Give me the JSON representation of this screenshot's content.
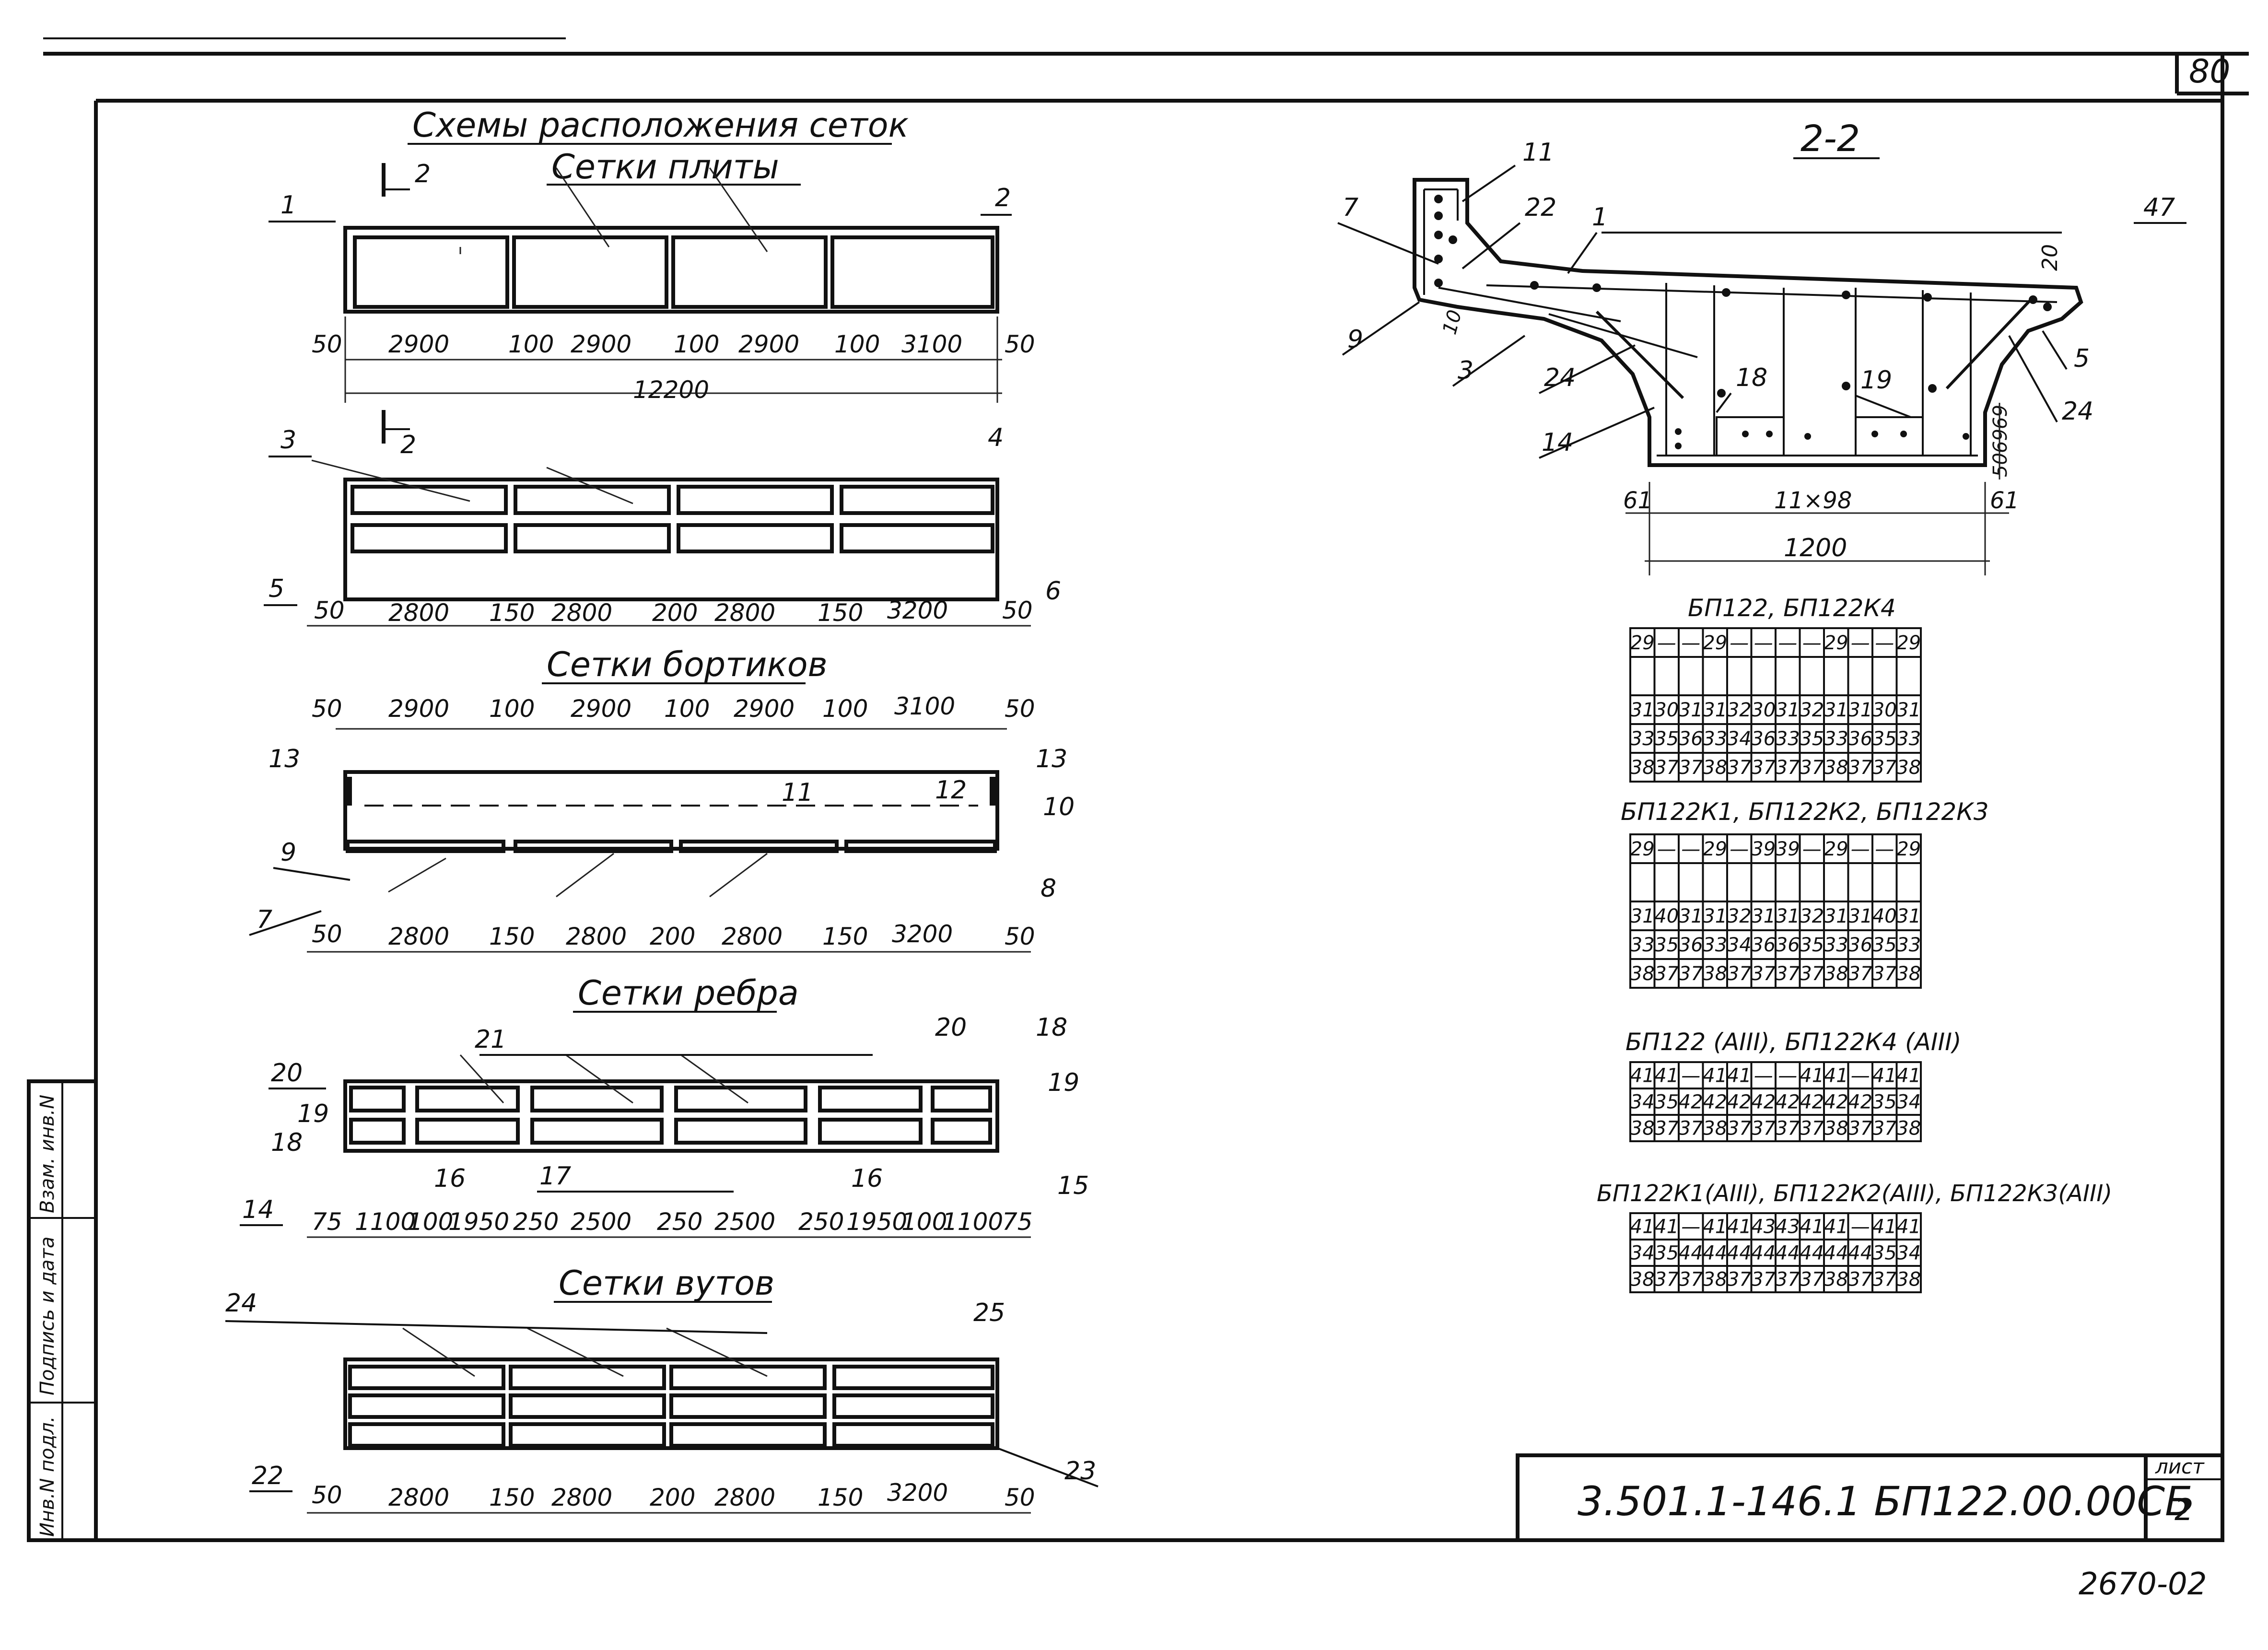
{
  "sheet": {
    "corner_number": "80",
    "designation": "3.501.1-146.1   БП122.00.00СБ",
    "list_label": "лист",
    "list_number": "2",
    "bottom_code": "2670-02",
    "margin_stamp": [
      "Инв.N подл.",
      "Подпись и дата",
      "Взам. инв.N"
    ]
  },
  "main_title": "Схемы расположения сеток",
  "plate": {
    "title": "Сетки плиты",
    "top_dims": [
      "50",
      "2900",
      "100",
      "2900",
      "100",
      "2900",
      "100",
      "3100",
      "50"
    ],
    "total": "12200",
    "bottom_dims": [
      "50",
      "2800",
      "150",
      "2800",
      "200",
      "2800",
      "150",
      "3200",
      "50"
    ],
    "callouts": [
      "1",
      "2",
      "3",
      "4",
      "5",
      "6"
    ],
    "section_mark": "2"
  },
  "sides": {
    "title": "Сетки бортиков",
    "top_dims": [
      "50",
      "2900",
      "100",
      "2900",
      "100",
      "2900",
      "100",
      "3100",
      "50"
    ],
    "bottom_dims": [
      "50",
      "2800",
      "150",
      "2800",
      "200",
      "2800",
      "150",
      "3200",
      "50"
    ],
    "callouts": [
      "13",
      "13",
      "11",
      "12",
      "10",
      "9",
      "8",
      "7"
    ]
  },
  "rib": {
    "title": "Сетки ребра",
    "dims": [
      "75",
      "1100",
      "100",
      "1950",
      "250",
      "2500",
      "250",
      "2500",
      "250",
      "1950",
      "100",
      "1100",
      "75"
    ],
    "callouts": [
      "21",
      "20",
      "18",
      "20",
      "19",
      "18",
      "19",
      "16",
      "17",
      "16",
      "15",
      "14"
    ]
  },
  "haunch": {
    "title": "Сетки вутов",
    "dims": [
      "50",
      "2800",
      "150",
      "2800",
      "200",
      "2800",
      "150",
      "3200",
      "50"
    ],
    "callouts": [
      "24",
      "25",
      "22",
      "23"
    ]
  },
  "section": {
    "title": "2-2",
    "callouts": [
      "11",
      "22",
      "7",
      "1",
      "47",
      "20",
      "9",
      "10",
      "3",
      "24",
      "18",
      "19",
      "5",
      "24",
      "14"
    ],
    "right_dims": [
      "69",
      "69",
      "50"
    ],
    "bottom_dims": [
      "61",
      "11×98",
      "61"
    ],
    "width": "1200"
  },
  "tables": [
    {
      "title": "БП122, БП122К4",
      "rows": [
        [
          "29",
          "—",
          "—",
          "29",
          "—",
          "—",
          "—",
          "—",
          "29",
          "—",
          "—",
          "29"
        ],
        [
          "31",
          "30",
          "31",
          "31",
          "32",
          "30",
          "31",
          "32",
          "31",
          "31",
          "30",
          "31"
        ],
        [
          "33",
          "35",
          "36",
          "33",
          "34",
          "36",
          "33",
          "35",
          "33",
          "36",
          "35",
          "33"
        ],
        [
          "38",
          "37",
          "37",
          "38",
          "37",
          "37",
          "37",
          "37",
          "38",
          "37",
          "37",
          "38"
        ]
      ]
    },
    {
      "title": "БП122К1, БП122К2, БП122К3",
      "rows": [
        [
          "29",
          "—",
          "—",
          "29",
          "—",
          "39",
          "39",
          "—",
          "29",
          "—",
          "—",
          "29"
        ],
        [
          "31",
          "40",
          "31",
          "31",
          "32",
          "31",
          "31",
          "32",
          "31",
          "31",
          "40",
          "31"
        ],
        [
          "33",
          "35",
          "36",
          "33",
          "34",
          "36",
          "36",
          "35",
          "33",
          "36",
          "35",
          "33"
        ],
        [
          "38",
          "37",
          "37",
          "38",
          "37",
          "37",
          "37",
          "37",
          "38",
          "37",
          "37",
          "38"
        ]
      ]
    },
    {
      "title": "БП122 (АIII), БП122К4 (АIII)",
      "rows": [
        [
          "41",
          "41",
          "—",
          "41",
          "41",
          "—",
          "—",
          "41",
          "41",
          "—",
          "41",
          "41"
        ],
        [
          "34",
          "35",
          "42",
          "42",
          "42",
          "42",
          "42",
          "42",
          "42",
          "42",
          "35",
          "34"
        ],
        [
          "38",
          "37",
          "37",
          "38",
          "37",
          "37",
          "37",
          "37",
          "38",
          "37",
          "37",
          "38"
        ]
      ]
    },
    {
      "title": "БП122К1(АIII), БП122К2(АIII), БП122К3(АIII)",
      "rows": [
        [
          "41",
          "41",
          "—",
          "41",
          "41",
          "43",
          "43",
          "41",
          "41",
          "—",
          "41",
          "41"
        ],
        [
          "34",
          "35",
          "44",
          "44",
          "44",
          "44",
          "44",
          "44",
          "44",
          "44",
          "35",
          "34"
        ],
        [
          "38",
          "37",
          "37",
          "38",
          "37",
          "37",
          "37",
          "37",
          "38",
          "37",
          "37",
          "38"
        ]
      ]
    }
  ]
}
